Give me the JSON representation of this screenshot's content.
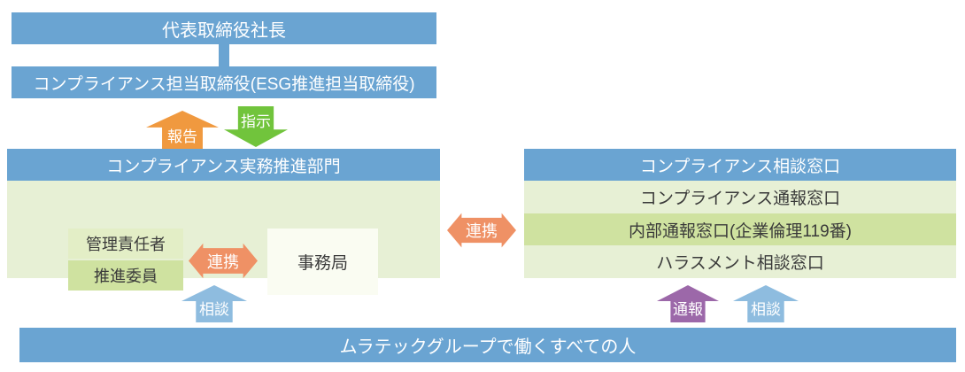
{
  "diagram": {
    "top": {
      "president_label": "代表取締役社長",
      "director_label": "コンプライアンス担当取締役(ESG推進担当取締役)"
    },
    "flow_arrows": {
      "report": "報告",
      "instruction": "指示",
      "collaboration_inner": "連携",
      "collaboration_outer": "連携",
      "consultation_left": "相談",
      "whistleblowing": "通報",
      "consultation_right": "相談"
    },
    "promotion_panel": {
      "title": "コンプライアンス実務推進部門",
      "manager_label": "管理責任者",
      "committee_label": "推進委員",
      "secretariat_label": "事務局"
    },
    "contact_panel": {
      "title": "コンプライアンス相談窓口",
      "rows": [
        "コンプライアンス通報窓口",
        "内部通報窓口(企業倫理119番)",
        "ハラスメント相談窓口"
      ]
    },
    "bottom_bar_label": "ムラテックグループで働くすべての人",
    "colors": {
      "blue": "#6aa4d2",
      "light_blue": "#8ebcdf",
      "orange": "#f0993f",
      "salmon": "#ef9165",
      "green": "#71c43c",
      "purple": "#9c68a9",
      "panel_light_green": "#e7f0d5",
      "row_green": "#cfe2a0",
      "text_dark": "#3a3a3a"
    }
  }
}
